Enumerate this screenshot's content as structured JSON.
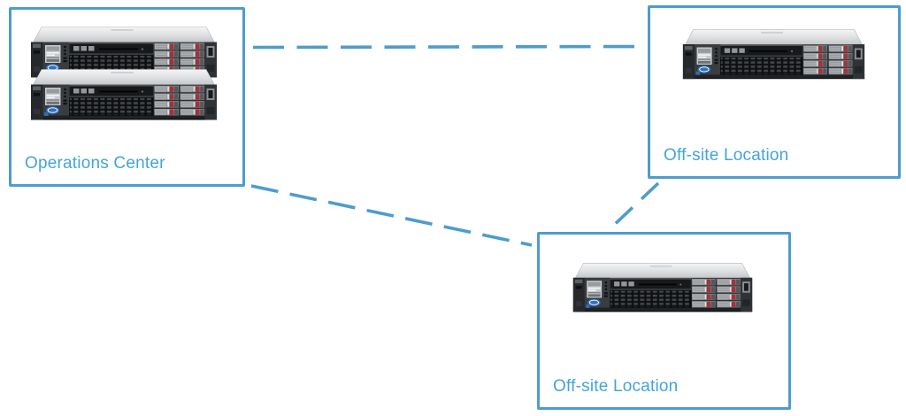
{
  "diagram": {
    "type": "network-topology",
    "background_color": "#ffffff",
    "accent_color": "#4e9ccd",
    "label_color": "#44a4d9",
    "server_icon": "hp-proliant-rack-server",
    "nodes": [
      {
        "id": "operations-center",
        "label": "Operations Center",
        "server_count": 2
      },
      {
        "id": "offsite-1",
        "label": "Off-site Location",
        "server_count": 1
      },
      {
        "id": "offsite-2",
        "label": "Off-site Location",
        "server_count": 1
      }
    ],
    "connections": [
      {
        "from": "operations-center",
        "to": "offsite-1",
        "style": "dashed"
      },
      {
        "from": "operations-center",
        "to": "offsite-2",
        "style": "dashed"
      },
      {
        "from": "offsite-1",
        "to": "offsite-2",
        "style": "dashed"
      }
    ]
  }
}
